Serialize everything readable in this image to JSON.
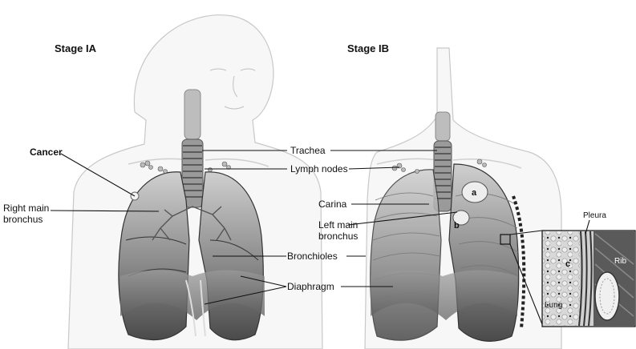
{
  "stage_ia": {
    "title": "Stage IA",
    "labels": {
      "cancer": "Cancer",
      "right_main_bronchus": [
        "Right main",
        "bronchus"
      ]
    }
  },
  "stage_ib": {
    "title": "Stage IB",
    "labels": {
      "carina": "Carina",
      "left_main_bronchus": [
        "Left main",
        "bronchus"
      ],
      "tumor_letters": [
        "a",
        "b"
      ]
    }
  },
  "shared_labels": {
    "trachea": "Trachea",
    "lymph_nodes": "Lymph nodes",
    "bronchioles": "Bronchioles",
    "diaphragm": "Diaphragm"
  },
  "inset": {
    "pleura": "Pleura",
    "rib": "Rib",
    "lung": "Lung",
    "letter": "c"
  }
}
